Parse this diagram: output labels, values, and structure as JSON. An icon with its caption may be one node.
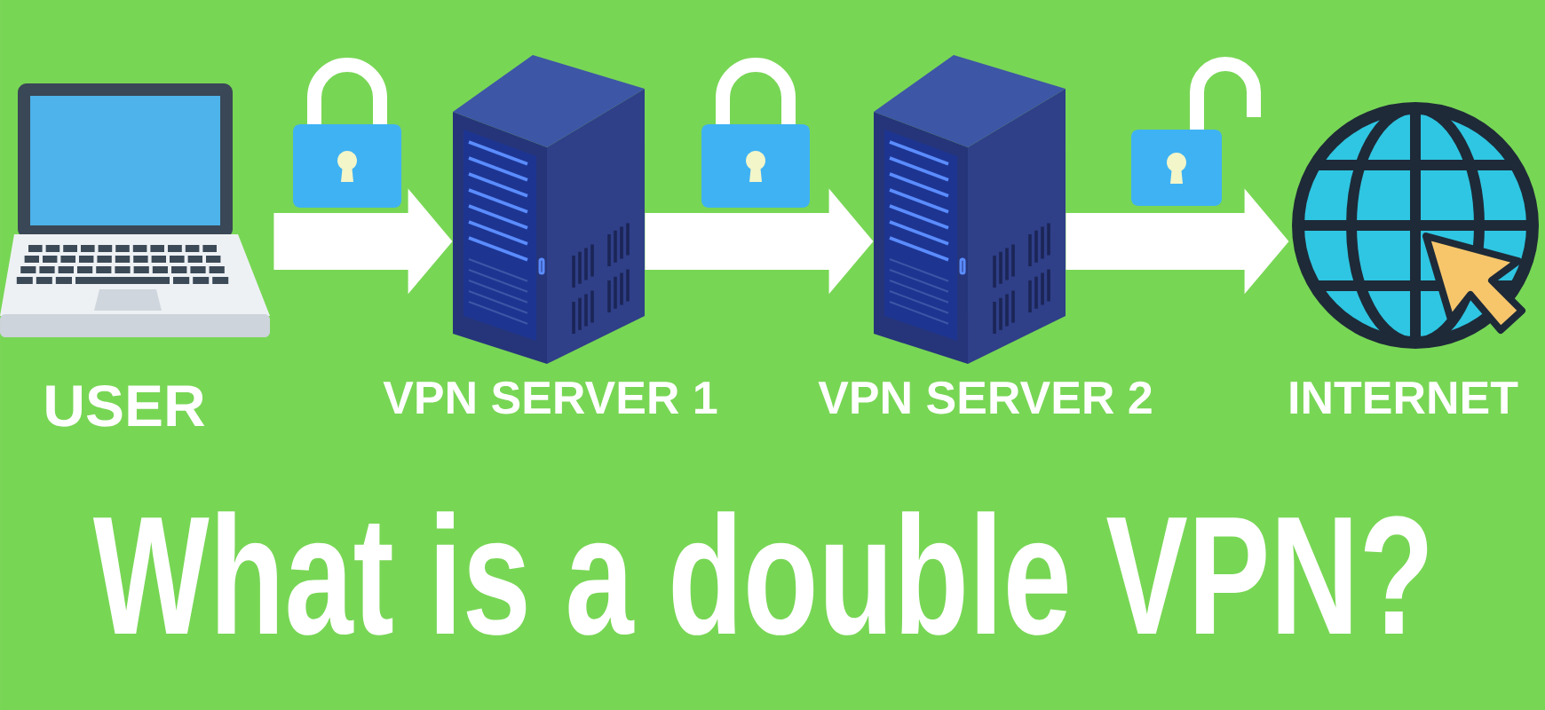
{
  "diagram": {
    "title": "What is a double VPN?",
    "nodes": [
      {
        "text": [
          "USER"
        ]
      },
      {
        "text": [
          "VPN SERVER 1"
        ]
      },
      {
        "text": [
          "VPN SERVER 2"
        ]
      },
      {
        "text": [
          "INTERNET"
        ]
      }
    ],
    "edges": [
      {
        "from": 0,
        "to": 1,
        "arrow": "to"
      },
      {
        "from": 1,
        "to": 2,
        "arrow": "to"
      },
      {
        "from": 2,
        "to": 3,
        "arrow": "to"
      }
    ]
  }
}
